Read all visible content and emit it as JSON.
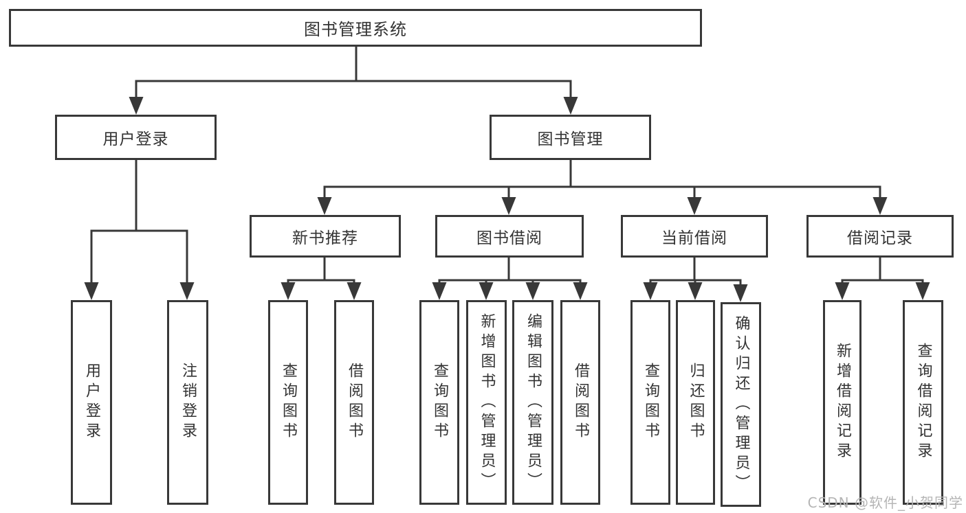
{
  "nodes": {
    "root": "图书管理系统",
    "l2": [
      "用户登录",
      "图书管理"
    ],
    "l3": [
      "新书推荐",
      "图书借阅",
      "当前借阅",
      "借阅记录"
    ],
    "leaves": {
      "user": [
        "用户登录",
        "注销登录"
      ],
      "recommend": [
        "查询图书",
        "借阅图书"
      ],
      "borrow": [
        "查询图书",
        "新增图书（管理员）",
        "编辑图书（管理员）",
        "借阅图书"
      ],
      "current": [
        "查询图书",
        "归还图书",
        "确认归还（管理员）"
      ],
      "records": [
        "新增借阅记录",
        "查询借阅记录"
      ]
    }
  },
  "watermark": "CSDN @软件_小贺同学",
  "colors": {
    "line": "#383838",
    "text": "#333333",
    "box_background": "#ffffff",
    "watermark": "#b5b5b5"
  }
}
